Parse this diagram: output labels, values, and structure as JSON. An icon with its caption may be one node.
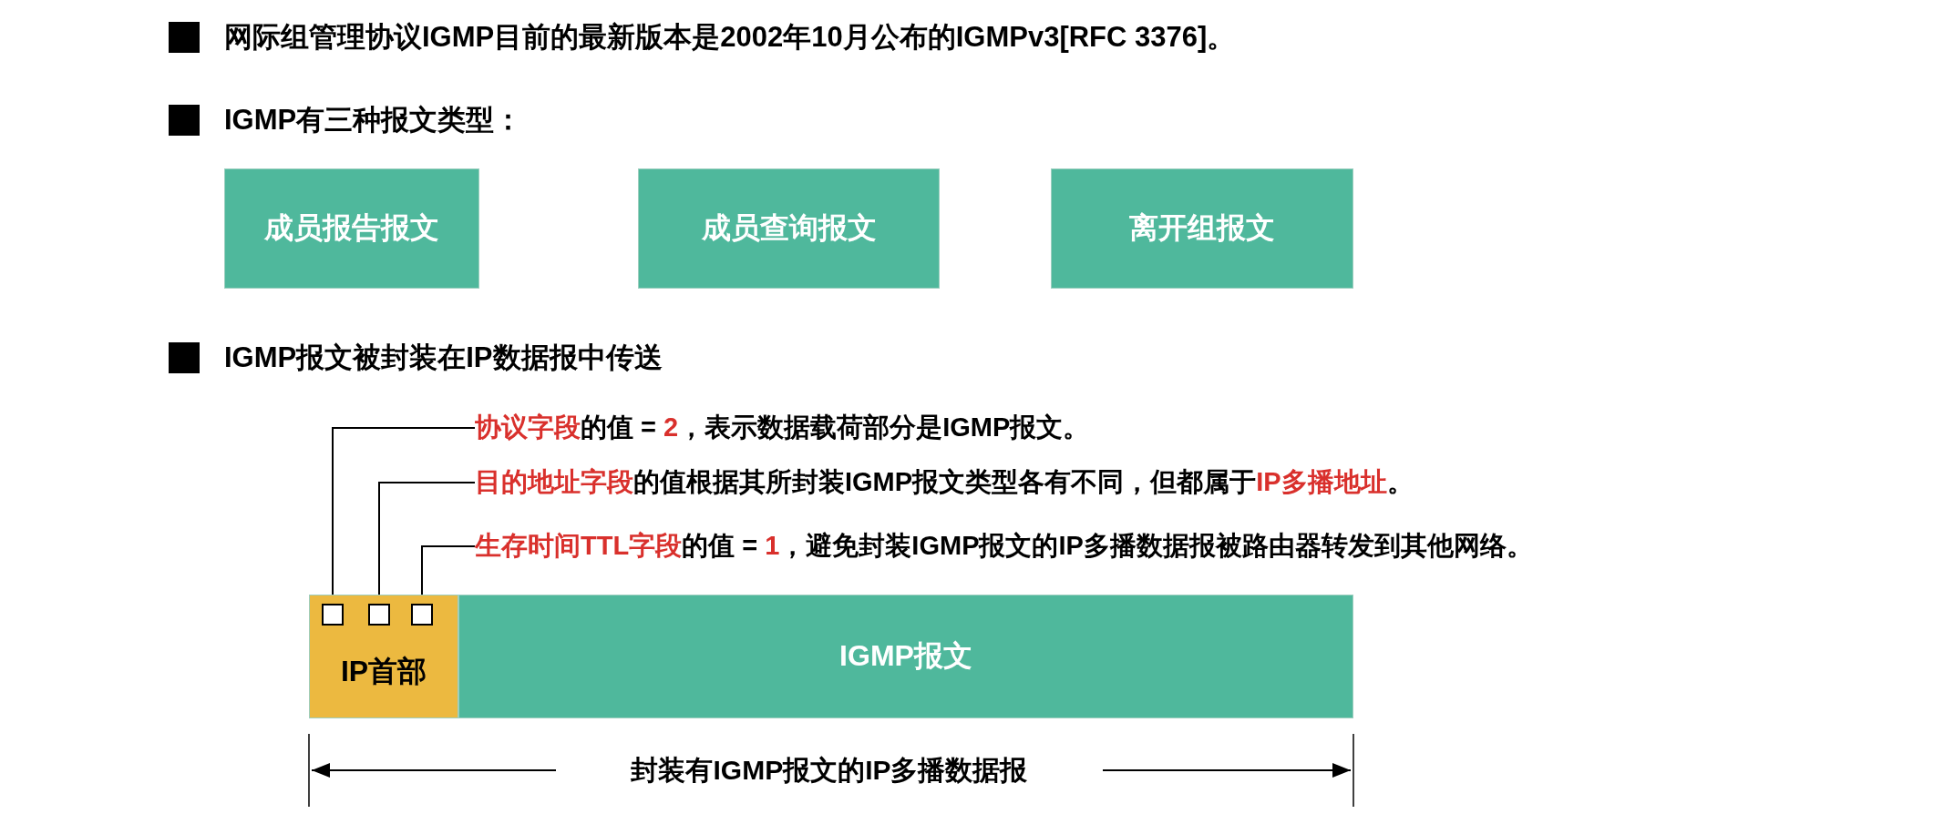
{
  "diagram": {
    "nodes": [
      {
        "text": [
          "成员报告报文"
        ]
      },
      {
        "text": [
          "成员查询报文"
        ]
      },
      {
        "text": [
          "离开组报文"
        ]
      },
      {
        "text": [
          "**协议字段**的值 = **2**，表示数据载荷部分是IGMP报文。"
        ]
      },
      {
        "text": [
          "**目的地址字段**的值根据其所封装IGMP报文类型各有不同，但都属于**IP多播地址**。"
        ]
      },
      {
        "text": [
          "**生存时间TTL字段**的值 = **1**，避免封装IGMP报文的IP多播数据报被路由器转发到其他网络。"
        ]
      },
      {
        "text": [
          "IP首部"
        ]
      },
      {
        "text": [],
        "shape": "box",
        "in": 6
      },
      {
        "text": [],
        "shape": "box",
        "in": 6
      },
      {
        "text": [],
        "shape": "box",
        "in": 6
      },
      {
        "text": [
          "IGMP报文"
        ]
      }
    ],
    "edges": [
      {
        "from": 3,
        "to": 7,
        "arrow": "none"
      },
      {
        "from": 4,
        "to": 8,
        "arrow": "none"
      },
      {
        "from": 5,
        "to": 9,
        "arrow": "none"
      }
    ],
    "labels": [
      "网际组管理协议IGMP目前的最新版本是2002年10月公布的IGMPv3[RFC 3376]。",
      "IGMP有三种报文类型：",
      "IGMP报文被封装在IP数据报中传送",
      "封装有IGMP报文的IP多播数据报"
    ]
  }
}
